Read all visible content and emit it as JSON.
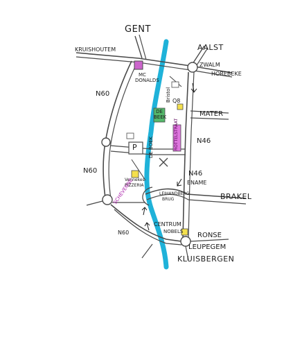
{
  "labels": {
    "gent": "GENT",
    "aalst": "AALST",
    "kruishoutem": "KRUISHOUTEM",
    "zwalm": "ZWALM",
    "horebeke": "HOREBEKE",
    "mcdonalds_1": "MC",
    "mcdonalds_2": "DONALDS",
    "n60_top": "N60",
    "q8": "Q8",
    "mater": "MATER",
    "bristol": "Bristol",
    "de_beek_1": "DE",
    "de_beek_2": "BEEK",
    "stenen_brug": "DE BOEK",
    "n46_top": "N46",
    "parking": "P",
    "fuchsia_street": "ROTTELSTRAAT",
    "n60_mid": "N60",
    "n46_mid": "N46",
    "ename": "ENAME",
    "pizzeria_1": "Vennekes",
    "pizzeria_2": "PIZZERIA",
    "saw_label": "SCHEVENNE",
    "lidwina_1": "LEIHANDBERG",
    "lidwina_2": "BRUG",
    "brakel": "BRAKEL",
    "centrum": "CENTRUM",
    "nobels": "NOBELS",
    "ronse": "RONSE",
    "leupegem": "LEUPEGEM",
    "n60_bot": "N60",
    "kluisbergen": "KLUISBERGEN"
  },
  "colors": {
    "river": "#1fb2d9",
    "road": "#4a4a4a",
    "mcdonalds": "#cc66cc",
    "debeek": "#55b86b",
    "marker": "#f4e04d",
    "pink_label": "#cc44cc"
  }
}
